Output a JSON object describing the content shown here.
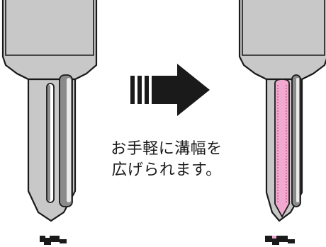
{
  "caption": {
    "line1": "お手軽に溝幅を",
    "line2": "広げられます。"
  },
  "diagram": {
    "left_key": {
      "state": "before",
      "blade_color": "#c8c8c8",
      "outline_color": "#1a1a1a",
      "groove_color": "#8a8a8a"
    },
    "right_key": {
      "state": "after",
      "blade_color": "#c8c8c8",
      "outline_color": "#1a1a1a",
      "groove_color": "#f2a9cf",
      "groove_stroke": "#b0306e"
    },
    "arrow": {
      "direction": "right",
      "color": "#1a1a1a"
    },
    "cross_section_before": {
      "color": "#1a1a1a"
    },
    "cross_section_after": {
      "color": "#1a1a1a",
      "highlight_color": "#f2a9cf"
    }
  }
}
